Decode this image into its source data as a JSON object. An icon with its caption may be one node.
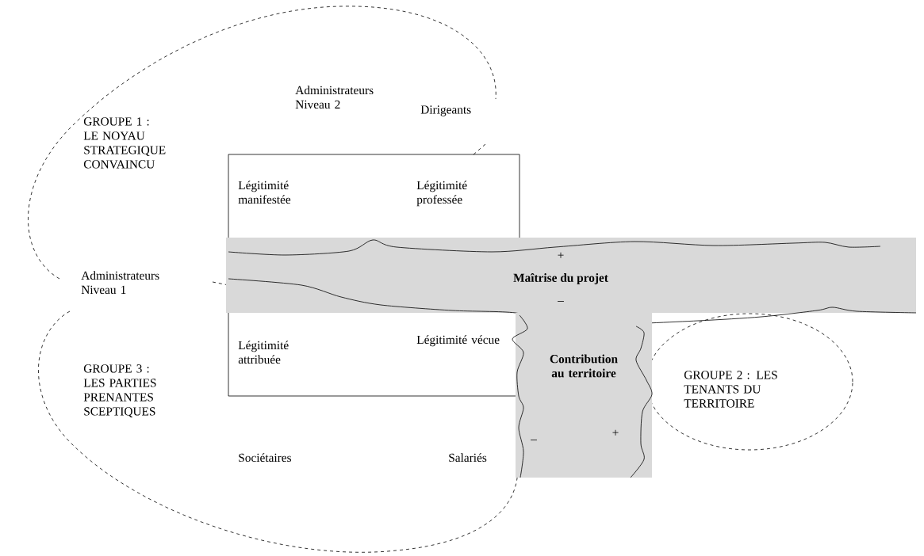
{
  "diagram": {
    "nodes": [
      {
        "text": [
          "GROUPE 1 : LE NOYAU STRATEGIQUE CONVAINCU"
        ]
      },
      {
        "text": [
          "GROUPE 3 : LES PARTIES PRENANTES SCEPTIQUES"
        ]
      },
      {
        "text": [
          "GROUPE 2 : LES TENANTS DU TERRITOIRE"
        ]
      },
      {
        "text": [
          "Légitimité manifestée",
          "Légitimité professée",
          "Légitimité attribuée",
          "Légitimité vécue"
        ]
      },
      {
        "text": [
          "+",
          "Maîtrise du projet",
          "–"
        ]
      },
      {
        "text": [
          "Contribution au territoire",
          "–",
          "+"
        ]
      }
    ],
    "labels": [
      "Administrateurs Niveau 2",
      "Dirigeants",
      "Administrateurs Niveau 1",
      "Sociétaires",
      "Salariés"
    ]
  }
}
